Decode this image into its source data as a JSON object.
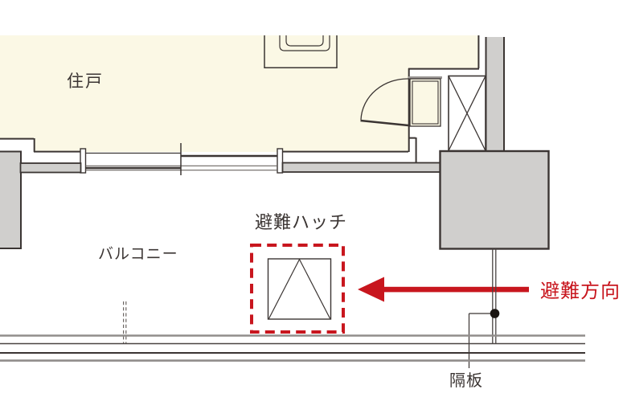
{
  "diagram": {
    "title_context": "evacuation-hatch-balcony-floor-plan",
    "labels": {
      "unit": "住戸",
      "balcony": "バルコニー",
      "hatch": "避難ハッチ",
      "direction": "避難方向",
      "partition": "隔板"
    },
    "colors": {
      "room_fill": "#FBF8E5",
      "wall_fill": "#D0CFCD",
      "line_dark": "#3B3533",
      "line_mid": "#6B6562",
      "line_gray": "#918D8B",
      "accent_red": "#C8161E",
      "dot_black": "#1A1512"
    }
  }
}
